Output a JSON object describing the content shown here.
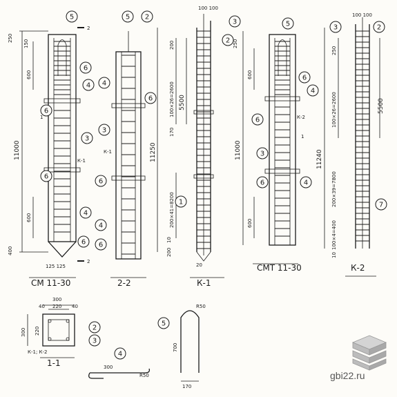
{
  "sections": [
    {
      "id": "sm-11-30",
      "title": "СМ 11-30"
    },
    {
      "id": "s-2-2",
      "title": "2-2"
    },
    {
      "id": "k-1",
      "title": "К-1"
    },
    {
      "id": "smt-11-30",
      "title": "СМТ 11-30"
    },
    {
      "id": "k-2",
      "title": "К-2"
    },
    {
      "id": "s-1-1",
      "title": "1-1"
    }
  ],
  "dimensions": {
    "d11000": "11000",
    "d600a": "600",
    "d600b": "600",
    "d250": "250",
    "d150": "150",
    "d400": "400",
    "d11250": "11250",
    "d200": "200",
    "d5500": "5500",
    "d100x100": "100 100",
    "d100x26": "100×26=2600",
    "d200x41": "200×41=8200",
    "d170": "170",
    "d10": "10",
    "d20": "20",
    "d11240": "11240",
    "d200x39": "200×39=7800",
    "d100x4": "100×4=400",
    "d125": "125 125",
    "d300": "300",
    "d220": "220",
    "d40": "40",
    "dR50": "R50",
    "d700": "700",
    "d170b": "170",
    "d1": "1",
    "d2": "2"
  },
  "markers": [
    "1",
    "2",
    "3",
    "4",
    "5",
    "6",
    "7"
  ],
  "cut_labels": {
    "k1": "К-1",
    "k2": "К-2",
    "k1k2": "К-1; К-2"
  },
  "watermark": "gbi22.ru"
}
